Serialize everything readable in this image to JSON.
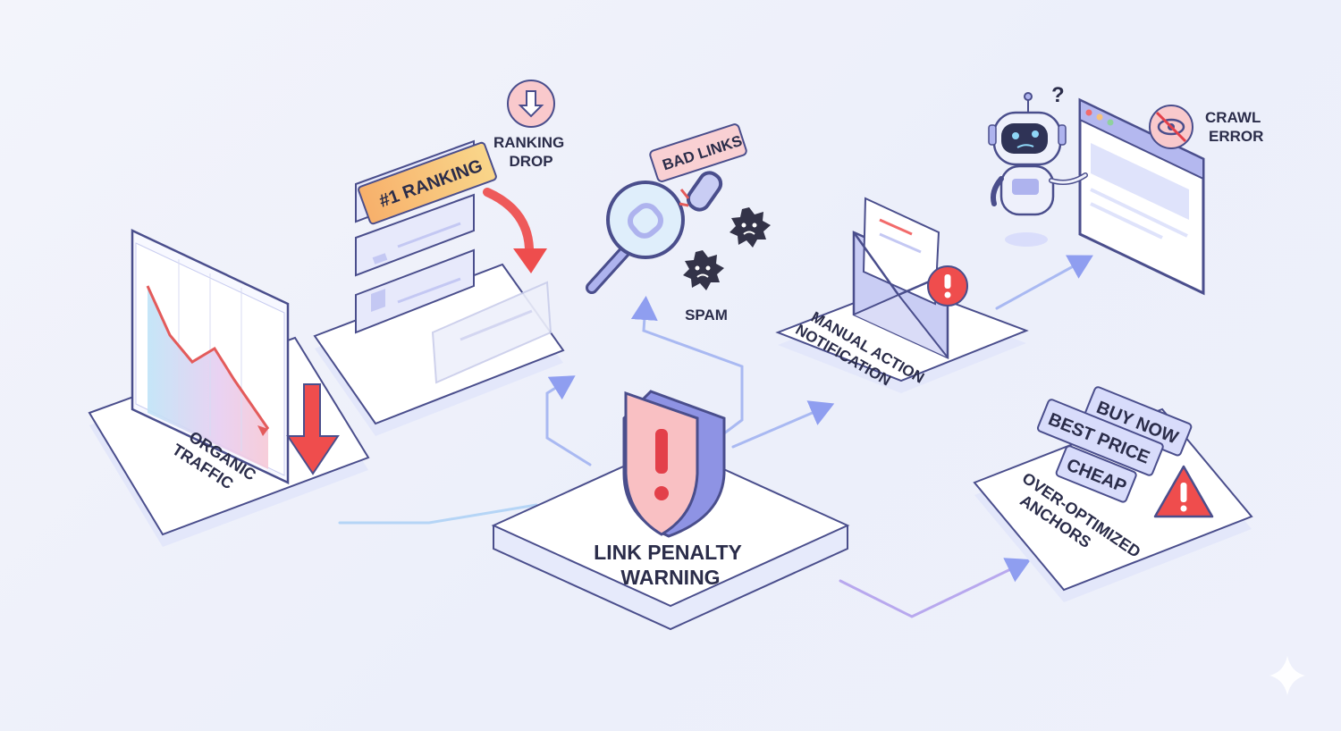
{
  "labels": {
    "center_line1": "LINK PENALTY",
    "center_line2": "WARNING",
    "organic_line1": "ORGANIC",
    "organic_line2": "TRAFFIC",
    "ranking_tag": "#1 RANKING",
    "ranking_drop_line1": "RANKING",
    "ranking_drop_line2": "DROP",
    "bad_links": "BAD LINKS",
    "spam": "SPAM",
    "manual_line1": "MANUAL ACTION",
    "manual_line2": "NOTIFICATION",
    "crawl_line1": "CRAWL",
    "crawl_line2": "ERROR",
    "anchors_line1": "OVER-OPTIMIZED",
    "anchors_line2": "ANCHORS",
    "anchor_tags": [
      "BUY NOW",
      "BEST PRICE",
      "CHEAP"
    ],
    "question_mark": "?"
  },
  "colors": {
    "accent": "#6b6fd6",
    "warning": "#f26b6b",
    "highlight": "#f6c27a",
    "outline": "#4a4e8c",
    "platform_top": "#ffffff"
  }
}
